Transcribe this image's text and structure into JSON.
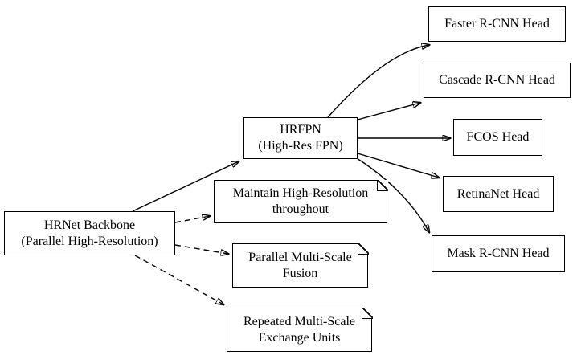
{
  "diagram": {
    "colors": {
      "background": "#ffffff",
      "node_fill": "#ffffff",
      "stroke": "#000000",
      "text": "#000000"
    },
    "nodes": {
      "hrnet": {
        "shape": "box",
        "line1": "HRNet Backbone",
        "line2": "(Parallel High-Resolution)"
      },
      "hrfpn": {
        "shape": "box",
        "line1": "HRFPN",
        "line2": "(High-Res FPN)"
      },
      "faster": {
        "shape": "box",
        "label": "Faster R-CNN Head"
      },
      "cascade": {
        "shape": "box",
        "label": "Cascade R-CNN Head"
      },
      "fcos": {
        "shape": "box",
        "label": "FCOS Head"
      },
      "retinanet": {
        "shape": "box",
        "label": "RetinaNet Head"
      },
      "mask": {
        "shape": "box",
        "label": "Mask R-CNN Head"
      },
      "maintain": {
        "shape": "note",
        "line1": "Maintain High-Resolution",
        "line2": "throughout"
      },
      "parallel": {
        "shape": "note",
        "line1": "Parallel Multi-Scale",
        "line2": "Fusion"
      },
      "repeated": {
        "shape": "note",
        "line1": "Repeated Multi-Scale",
        "line2": "Exchange Units"
      }
    },
    "edges": [
      {
        "from": "hrnet",
        "to": "hrfpn",
        "style": "solid"
      },
      {
        "from": "hrfpn",
        "to": "faster",
        "style": "solid"
      },
      {
        "from": "hrfpn",
        "to": "cascade",
        "style": "solid"
      },
      {
        "from": "hrfpn",
        "to": "fcos",
        "style": "solid"
      },
      {
        "from": "hrfpn",
        "to": "retinanet",
        "style": "solid"
      },
      {
        "from": "hrfpn",
        "to": "mask",
        "style": "solid"
      },
      {
        "from": "hrnet",
        "to": "maintain",
        "style": "dashed"
      },
      {
        "from": "hrnet",
        "to": "parallel",
        "style": "dashed"
      },
      {
        "from": "hrnet",
        "to": "repeated",
        "style": "dashed"
      }
    ]
  }
}
